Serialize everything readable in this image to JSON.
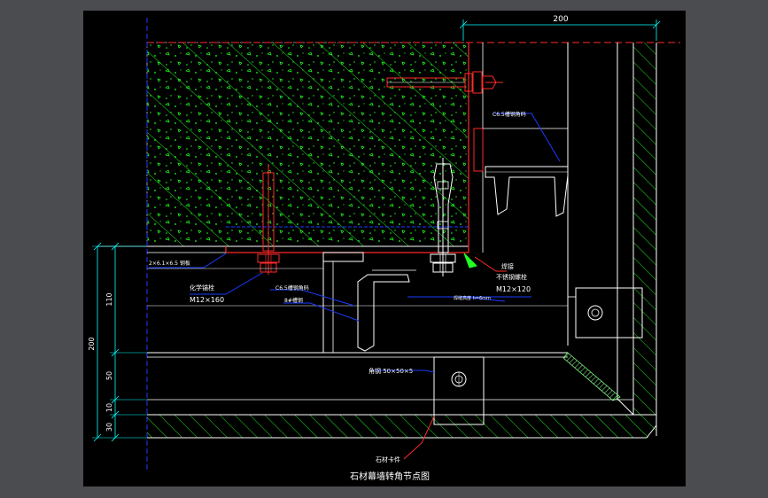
{
  "colors": {
    "background": "#4a4c50",
    "canvas": "#000000",
    "line_white": "#ffffff",
    "concrete_green": "#22ff22",
    "accent_red": "#ff2a2a",
    "leader_blue": "#1a3cff",
    "dim_cyan": "#00ffff",
    "weld_green": "#88ff88"
  },
  "title": "石材幕墙转角节点图",
  "dimensions": {
    "top_width": "200",
    "side_total": "200",
    "side_110": "110",
    "side_50": "50",
    "side_10": "10",
    "side_30": "30"
  },
  "labels": {
    "left_plate": "2×6.1×6.5 钢板",
    "chem_bolt": "化学锚栓",
    "chem_bolt_size": "M12×160",
    "c6_top": "C6.5槽钢角码",
    "c6_mid": "C6.5槽钢角码",
    "main_channel": "8#槽钢",
    "weld": "焊接",
    "stainless_bolt": "不锈钢螺栓",
    "stainless_bolt_size": "M12×120",
    "weld_note": "焊缝高度 h=6mm",
    "angle_steel": "角钢 50×50×5",
    "stone_clip": "石材卡件"
  },
  "icons": {
    "anchor_bolt": "anchor-bolt-icon",
    "hex_nut": "hex-nut-icon",
    "bolt_circle": "bolt-circle-icon"
  }
}
